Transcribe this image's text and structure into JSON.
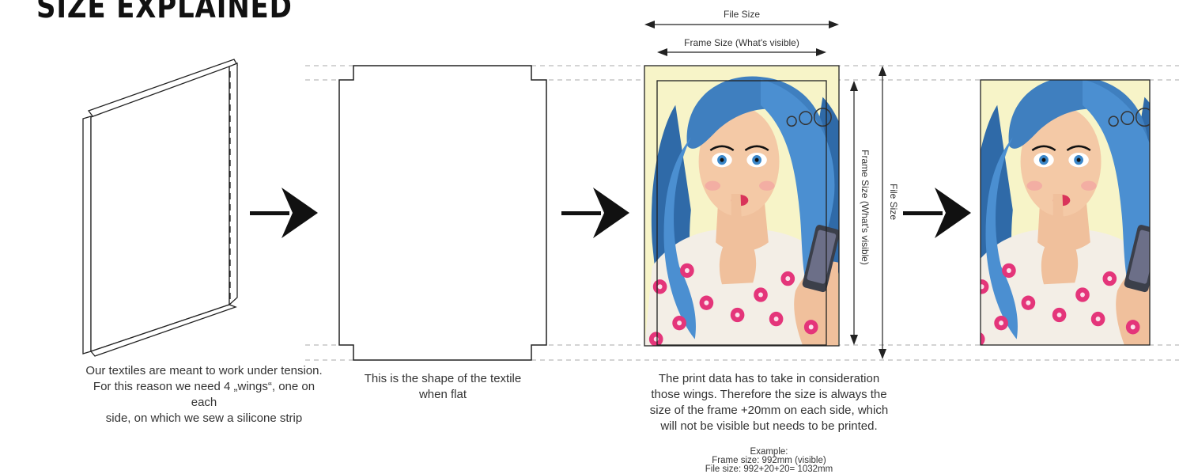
{
  "title": "SIZE EXPLAINED",
  "captions": {
    "panel1": [
      "Our textiles are meant to work under tension.",
      "For this reason we need 4 „wings“, one on each",
      "side, on which we sew a silicone strip"
    ],
    "panel2": [
      "This is the shape of the textile",
      "when flat"
    ],
    "panel3": [
      "The print data has to take in consideration",
      "those wings. Therefore the size is always the",
      "size of the frame +20mm on each side, which",
      "will not be visible but needs to be printed."
    ]
  },
  "example": {
    "heading": "Example:",
    "frame_line": "Frame size: 992mm (visible)",
    "file_line": "File size: 992+20+20= 1032mm"
  },
  "dimension_labels": {
    "file_size_top": "File Size",
    "frame_size_top": "Frame Size (What's visible)",
    "frame_size_side": "Frame Size (What's visible)",
    "file_size_side": "File Size"
  },
  "colors": {
    "print_background": "#f7f4c8",
    "hair": "#3f7fbf",
    "skin": "#f4c9a6",
    "shirt": "#f3eee6",
    "flower": "#e4357a",
    "arrow": "#111111",
    "guide": "#aaaaaa"
  }
}
